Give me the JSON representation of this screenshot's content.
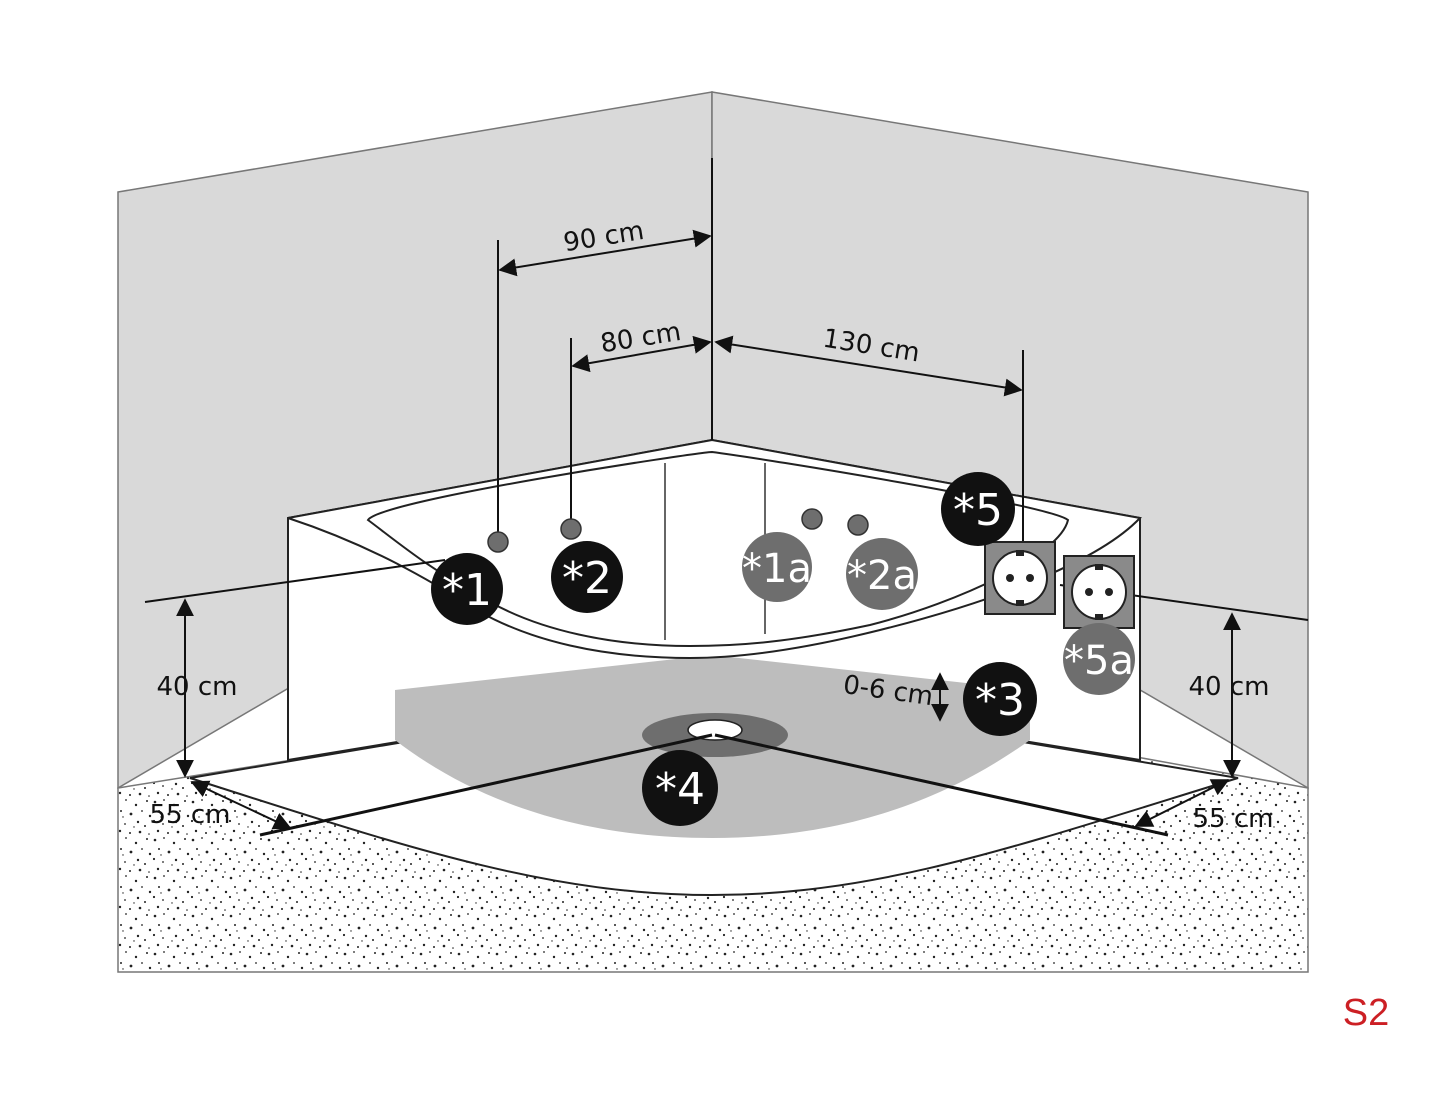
{
  "dimensions": {
    "d90": "90 cm",
    "d80": "80 cm",
    "d130": "130 cm",
    "h40_left": "40 cm",
    "h40_right": "40 cm",
    "gap": "0-6 cm",
    "w55_left": "55 cm",
    "w55_right": "55 cm"
  },
  "markers": {
    "m1": "*1",
    "m2": "*2",
    "m1a": "*1a",
    "m2a": "*2a",
    "m3": "*3",
    "m4": "*4",
    "m5": "*5",
    "m5a": "*5a"
  },
  "figure_tag": "S2",
  "colors": {
    "wall_left": "#d9d9d9",
    "wall_right": "#d9d9d9",
    "marker_dark": "#111111",
    "marker_grey": "#6e6e6e",
    "tag_red": "#cc1f24"
  },
  "icons": [
    "power-socket-icon",
    "power-socket-icon"
  ]
}
